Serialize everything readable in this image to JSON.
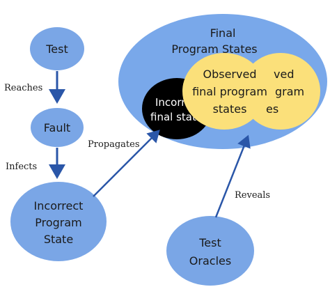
{
  "colors": {
    "node_fill": "#7aa6e6",
    "final_fill": "#79a8ea",
    "incorrect_final_fill": "#000000",
    "observed_fill": "#fbe07a",
    "arrow": "#2a56a8"
  },
  "nodes": {
    "test": "Test",
    "fault": "Fault",
    "incorrect_state": [
      "Incorrect",
      "Program",
      "State"
    ],
    "test_oracles": [
      "Test",
      "Oracles"
    ],
    "final_states": [
      "Final",
      "Program States"
    ],
    "incorrect_final": [
      "Incorr",
      "final stat"
    ],
    "observed_back": [
      "ved",
      "gram",
      "es"
    ],
    "observed_front": [
      "Observed",
      "final program",
      "states"
    ]
  },
  "edges": {
    "reaches": "Reaches",
    "infects": "Infects",
    "propagates": "Propagates",
    "reveals": "Reveals"
  }
}
